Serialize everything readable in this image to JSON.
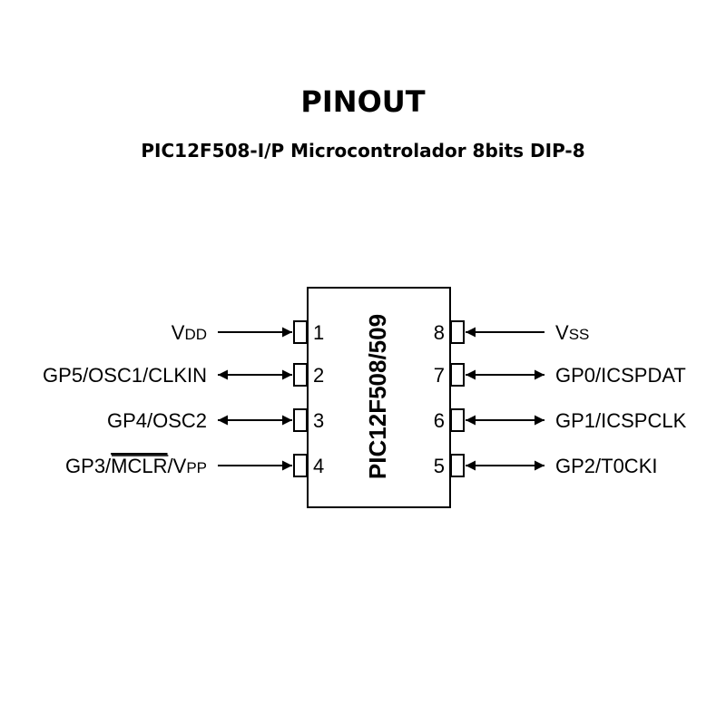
{
  "header": {
    "title": "PINOUT",
    "subtitle": "PIC12F508-I/P Microcontrolador 8bits DIP-8"
  },
  "chip": {
    "name": "PIC12F508/509",
    "package": "DIP-8"
  },
  "pins": [
    {
      "number": "1",
      "side": "left",
      "label_main": "V",
      "label_sub": "DD",
      "label_overline": "",
      "label_tail": "",
      "direction": "in"
    },
    {
      "number": "2",
      "side": "left",
      "label_main": "GP5/OSC1/CLKIN",
      "label_sub": "",
      "label_overline": "",
      "label_tail": "",
      "direction": "bidir"
    },
    {
      "number": "3",
      "side": "left",
      "label_main": "GP4/OSC2",
      "label_sub": "",
      "label_overline": "",
      "label_tail": "",
      "direction": "bidir"
    },
    {
      "number": "4",
      "side": "left",
      "label_main": "GP3/",
      "label_sub": "PP",
      "label_overline": "MCLR",
      "label_tail": "/V",
      "direction": "in"
    },
    {
      "number": "8",
      "side": "right",
      "label_main": "V",
      "label_sub": "SS",
      "label_overline": "",
      "label_tail": "",
      "direction": "in"
    },
    {
      "number": "7",
      "side": "right",
      "label_main": "GP0/ICSPDAT",
      "label_sub": "",
      "label_overline": "",
      "label_tail": "",
      "direction": "bidir"
    },
    {
      "number": "6",
      "side": "right",
      "label_main": "GP1/ICSPCLK",
      "label_sub": "",
      "label_overline": "",
      "label_tail": "",
      "direction": "bidir"
    },
    {
      "number": "5",
      "side": "right",
      "label_main": "GP2/T0CKI",
      "label_sub": "",
      "label_overline": "",
      "label_tail": "",
      "direction": "bidir"
    }
  ],
  "colors": {
    "line": "#000000",
    "background": "#ffffff"
  }
}
